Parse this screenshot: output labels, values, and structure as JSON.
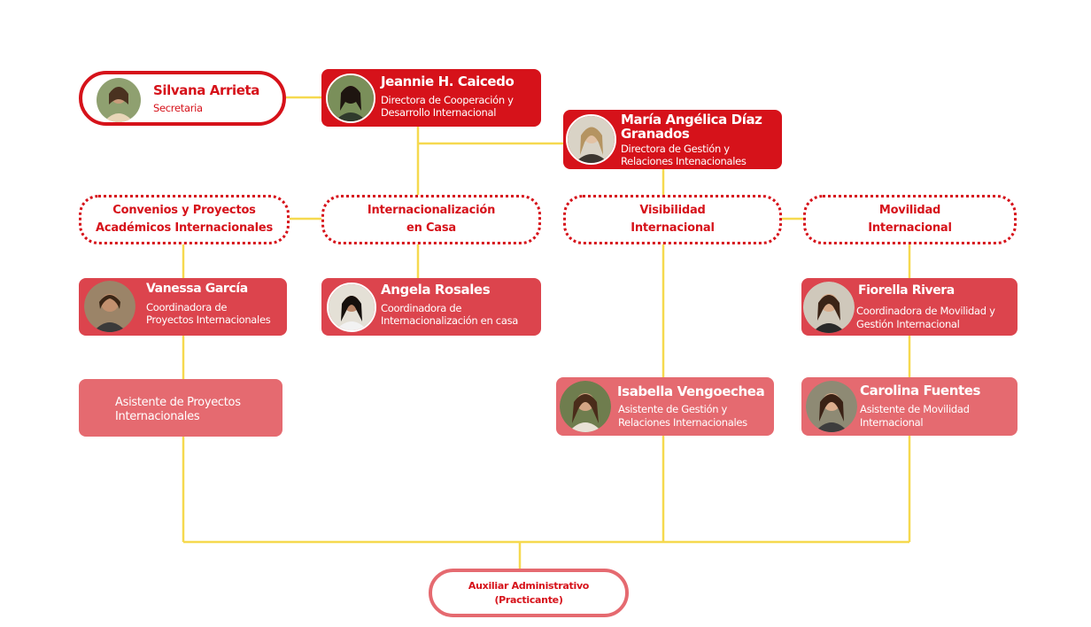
{
  "people": {
    "silvana": {
      "name": "Silvana Arrieta",
      "role": "Secretaria"
    },
    "jeannie": {
      "name": "Jeannie H. Caicedo",
      "role1": "Directora de Cooperación y",
      "role2": "Desarrollo Internacional"
    },
    "maria": {
      "name1": "María Angélica Díaz",
      "name2": "Granados",
      "role1": "Directora de Gestión y",
      "role2": "Relaciones Intenacionales"
    },
    "vanessa": {
      "name": "Vanessa García",
      "role1": "Coordinadora de",
      "role2": "Proyectos Internacionales"
    },
    "angela": {
      "name": "Angela Rosales",
      "role1": "Coordinadora de",
      "role2": "Internacionalización en casa"
    },
    "fiorella": {
      "name": "Fiorella Rivera",
      "role1": "Coordinadora de Movilidad y",
      "role2": "Gestión Internacional"
    },
    "isabella": {
      "name": "Isabella Vengoechea",
      "role1": "Asistente de Gestión y",
      "role2": "Relaciones Internacionales"
    },
    "carolina": {
      "name": "Carolina Fuentes",
      "role1": "Asistente de Movilidad",
      "role2": "Internacional"
    }
  },
  "asistente_proyectos": {
    "line1": "Asistente de Proyectos",
    "line2": "Internacionales"
  },
  "areas": {
    "convenios": {
      "line1": "Convenios y Proyectos",
      "line2": "Académicos Internacionales"
    },
    "internacionalizacion": {
      "line1": "Internacionalización",
      "line2": "en Casa"
    },
    "visibilidad": {
      "line1": "Visibilidad",
      "line2": "Internacional"
    },
    "movilidad": {
      "line1": "Movilidad",
      "line2": "Internacional"
    }
  },
  "auxiliar": {
    "line1": "Auxiliar Administrativo",
    "line2": "(Practicante)"
  },
  "colors": {
    "primary_red": "#d6121a",
    "medium_red": "#dc444d",
    "light_red": "#e56a70",
    "connector_yellow": "#f6d94f"
  }
}
